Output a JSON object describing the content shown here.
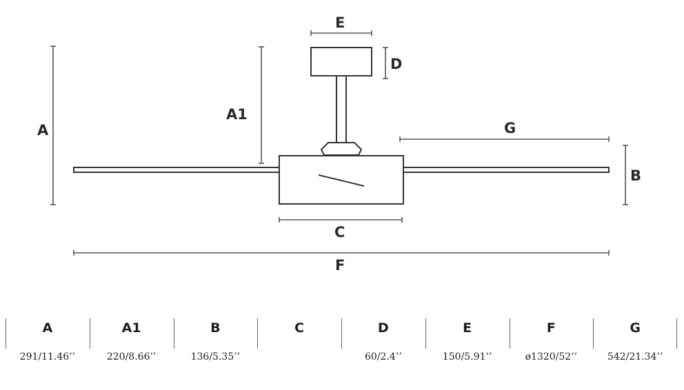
{
  "diagram": {
    "labels": {
      "A": "A",
      "A1": "A1",
      "B": "B",
      "C": "C",
      "D": "D",
      "E": "E",
      "F": "F",
      "G": "G"
    }
  },
  "specs": {
    "columns": [
      {
        "key": "A",
        "value": "291/11.46’’"
      },
      {
        "key": "A1",
        "value": "220/8.66’’"
      },
      {
        "key": "B",
        "value": "136/5.35’’"
      },
      {
        "key": "C",
        "value": ""
      },
      {
        "key": "D",
        "value": "60/2.4’’"
      },
      {
        "key": "E",
        "value": "150/5.91’’"
      },
      {
        "key": "F",
        "value": "ø1320/52’’"
      },
      {
        "key": "G",
        "value": "542/21.34’’"
      }
    ]
  }
}
